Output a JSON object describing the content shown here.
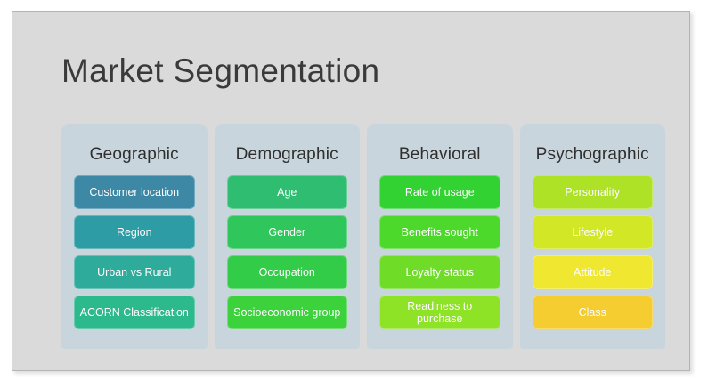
{
  "slide": {
    "title": "Market Segmentation",
    "background_color": "#dadada",
    "border_color": "#b4b4b4",
    "panel_color": "#c8d5dc",
    "title_color": "#3a3a3a"
  },
  "columns": [
    {
      "title": "Geographic",
      "cards": [
        {
          "label": "Customer location",
          "color": "#3c88a5"
        },
        {
          "label": "Region",
          "color": "#2e9ca5"
        },
        {
          "label": "Urban vs Rural",
          "color": "#2fab9c"
        },
        {
          "label": "ACORN Classification",
          "color": "#2cb98c"
        }
      ]
    },
    {
      "title": "Demographic",
      "cards": [
        {
          "label": "Age",
          "color": "#2fbd72"
        },
        {
          "label": "Gender",
          "color": "#2fc65c"
        },
        {
          "label": "Occupation",
          "color": "#33cc48"
        },
        {
          "label": "Socioeconomic group",
          "color": "#3cd23c"
        }
      ]
    },
    {
      "title": "Behavioral",
      "cards": [
        {
          "label": "Rate of usage",
          "color": "#32d232"
        },
        {
          "label": "Benefits sought",
          "color": "#4dd82c"
        },
        {
          "label": "Loyalty status",
          "color": "#6fdd28"
        },
        {
          "label": "Readiness to purchase",
          "color": "#8ee327"
        }
      ]
    },
    {
      "title": "Psychographic",
      "cards": [
        {
          "label": "Personality",
          "color": "#aee226"
        },
        {
          "label": "Lifestyle",
          "color": "#d2e726"
        },
        {
          "label": "Attitude",
          "color": "#f0e830"
        },
        {
          "label": "Class",
          "color": "#f5cd30"
        }
      ]
    }
  ]
}
